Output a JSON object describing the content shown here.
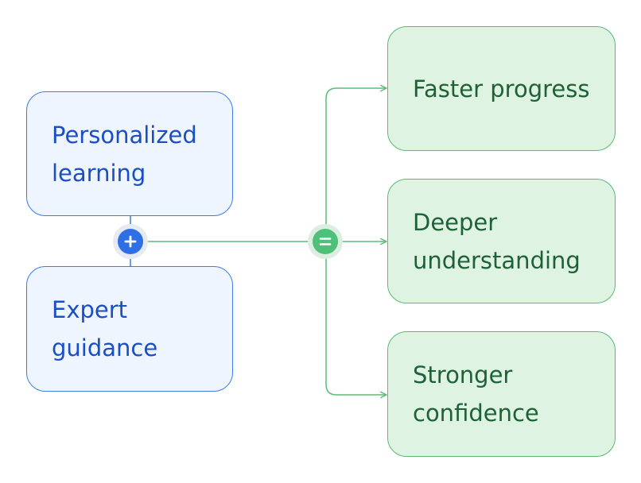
{
  "inputs": [
    {
      "label": "Personalized learning"
    },
    {
      "label": "Expert guidance"
    }
  ],
  "outcomes": [
    {
      "label": "Faster progress"
    },
    {
      "label": "Deeper understanding"
    },
    {
      "label": "Stronger confidence"
    }
  ],
  "operators": {
    "plus": "plus-icon",
    "equals": "equals-icon"
  },
  "colors": {
    "input_border": "#3b7ce8",
    "input_fill": "#eff5fe",
    "input_text": "#1a4ec4",
    "outcome_border": "#5bbb76",
    "outcome_fill": "#dff3e3",
    "outcome_text": "#1f6136",
    "plus_circle": "#2f6fe6",
    "equals_circle": "#4fc07a"
  }
}
